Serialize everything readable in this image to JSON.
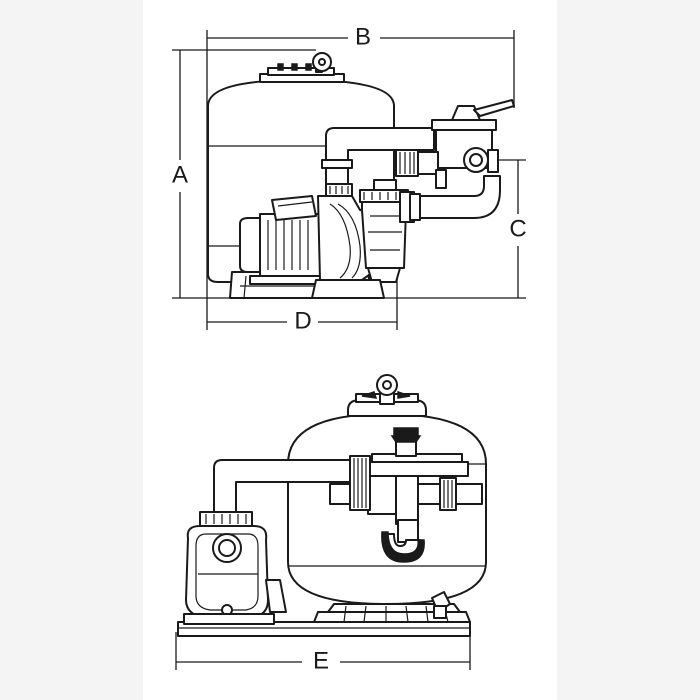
{
  "dimension_labels": {
    "overall_width": "B",
    "overall_height": "A",
    "outlet_height": "C",
    "base_depth": "D",
    "overall_length": "E"
  },
  "colors": {
    "background": "#f4f4f4",
    "panel": "#ffffff",
    "line": "#1a1a1a"
  }
}
